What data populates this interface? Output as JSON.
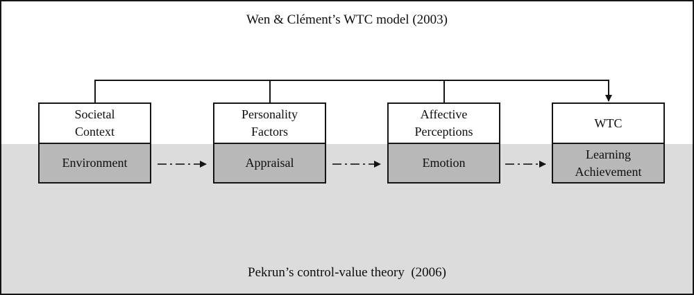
{
  "titles": {
    "top": "Wen & Clément’s WTC model (2003)",
    "bottom": "Pekrun’s control-value theory  (2006)"
  },
  "boxes": [
    {
      "id": "societal-context",
      "upper": "Societal\nContext",
      "lower": "Environment"
    },
    {
      "id": "personality-factors",
      "upper": "Personality\nFactors",
      "lower": "Appraisal"
    },
    {
      "id": "affective-perceptions",
      "upper": "Affective\nPerceptions",
      "lower": "Emotion"
    },
    {
      "id": "wtc",
      "upper": "WTC",
      "lower": "Learning\nAchievement"
    }
  ],
  "arrows": [
    {
      "from": "Environment",
      "to": "Appraisal",
      "style": "dash-dot"
    },
    {
      "from": "Appraisal",
      "to": "Emotion",
      "style": "dash-dot"
    },
    {
      "from": "Emotion",
      "to": "Learning Achievement",
      "style": "dash-dot"
    }
  ],
  "bracket": {
    "description": "top bracket linking Societal Context, Personality Factors and Affective Perceptions with arrow into WTC"
  },
  "colors": {
    "canvas_bg": "#ffffff",
    "lower_bg": "#dcdcdc",
    "box_lower_bg": "#b8b8b8",
    "line": "#141414",
    "dash": "#3a3a3a",
    "text": "#0d0d0d"
  }
}
